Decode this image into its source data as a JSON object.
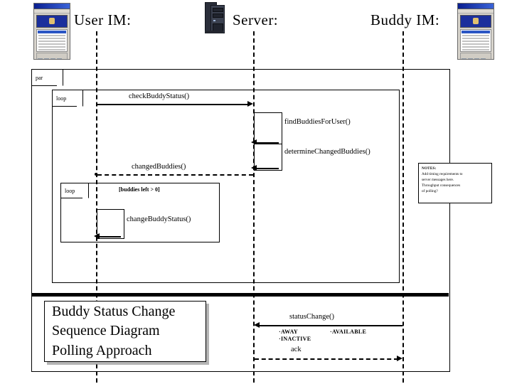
{
  "diagram": {
    "title_lines": [
      "Buddy Status Change",
      "Sequence Diagram",
      "Polling Approach"
    ],
    "actors": [
      {
        "label": "User IM:",
        "icon": "im-client-icon"
      },
      {
        "label": "Server:",
        "icon": "server-tower-icon"
      },
      {
        "label": "Buddy  IM:",
        "icon": "im-client-icon"
      }
    ],
    "fragments": [
      {
        "kind": "par",
        "label": "par"
      },
      {
        "kind": "loop",
        "label": "loop"
      },
      {
        "kind": "loop",
        "label": "loop",
        "guard": "[buddies left > 0]"
      }
    ],
    "messages": [
      {
        "name": "checkBuddyStatus()",
        "style": "solid"
      },
      {
        "name": "findBuddiesForUser()",
        "style": "self"
      },
      {
        "name": "determineChangedBuddies()",
        "style": "self"
      },
      {
        "name": "changedBuddies()",
        "style": "dashed-return"
      },
      {
        "name": "changeBuddyStatus()",
        "style": "self"
      },
      {
        "name": "statusChange()",
        "style": "solid"
      },
      {
        "name": "ack",
        "style": "dashed-return"
      }
    ],
    "status_values": [
      "AWAY",
      "AVAILABLE",
      "INACTIVE"
    ],
    "note": {
      "heading": "NOTES:",
      "lines": [
        "Add timing requirements to",
        "server messages here.",
        "Throughput consequences",
        "of polling?"
      ]
    }
  }
}
